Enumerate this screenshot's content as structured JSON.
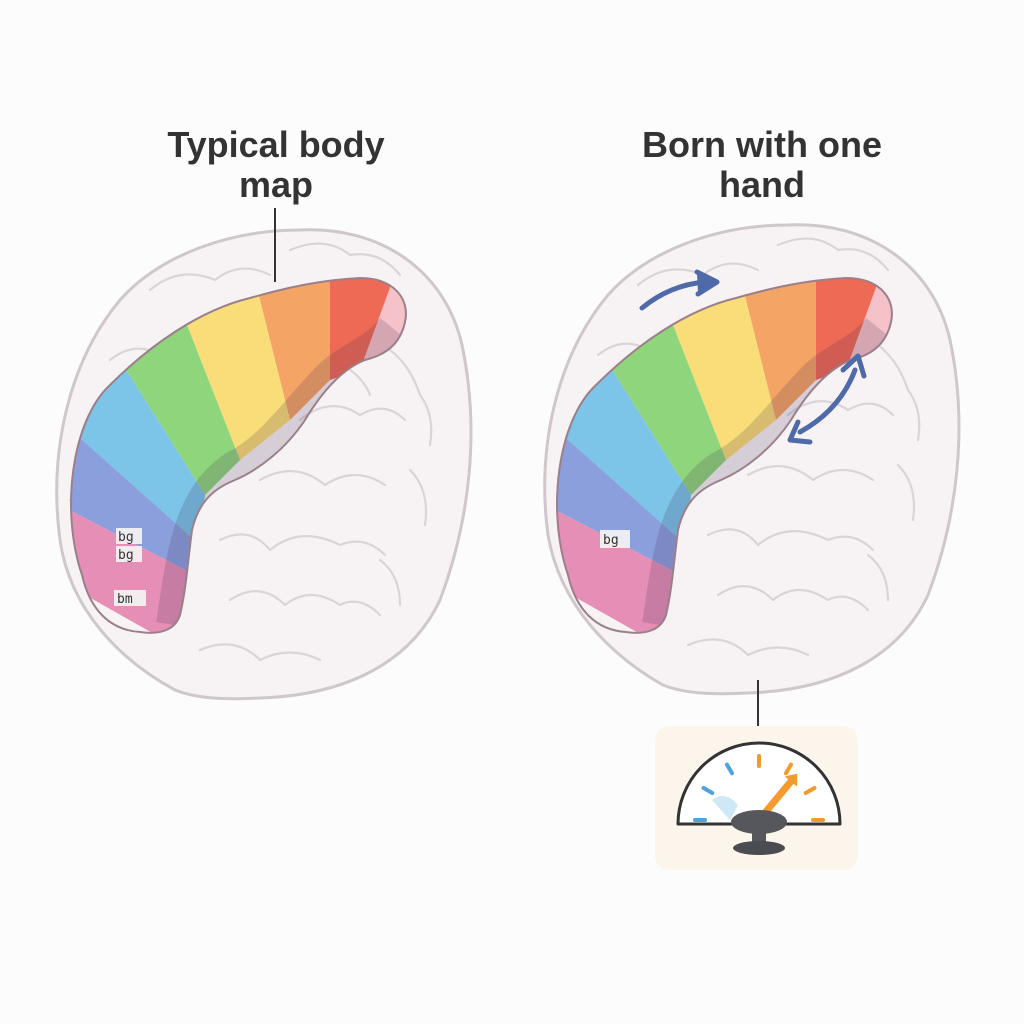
{
  "panels": {
    "left": {
      "title": "Typical body\nmap"
    },
    "right": {
      "title": "Born with one\nhand"
    }
  },
  "segment_colors": [
    "#ef6a55",
    "#f4a465",
    "#f9dd78",
    "#8fd57c",
    "#7cc4e8",
    "#8b9fdc",
    "#e58fb6",
    "#f4c2c8"
  ],
  "segment_labels": {
    "left": [
      "bg",
      "bg",
      "bm"
    ],
    "right": [
      "bg"
    ]
  },
  "icons": {
    "brain": "brain-icon",
    "arrow": "curved-arrow-icon",
    "gauge": "gauge-icon"
  },
  "gauge": {
    "level": 0.72,
    "accent": "#f39a2d",
    "cool": "#4aa3df"
  },
  "colors": {
    "outline": "#cfc7cc",
    "arrow": "#4e6aa8",
    "leader": "#333333",
    "gauge_bg": "#fbf5ec"
  }
}
